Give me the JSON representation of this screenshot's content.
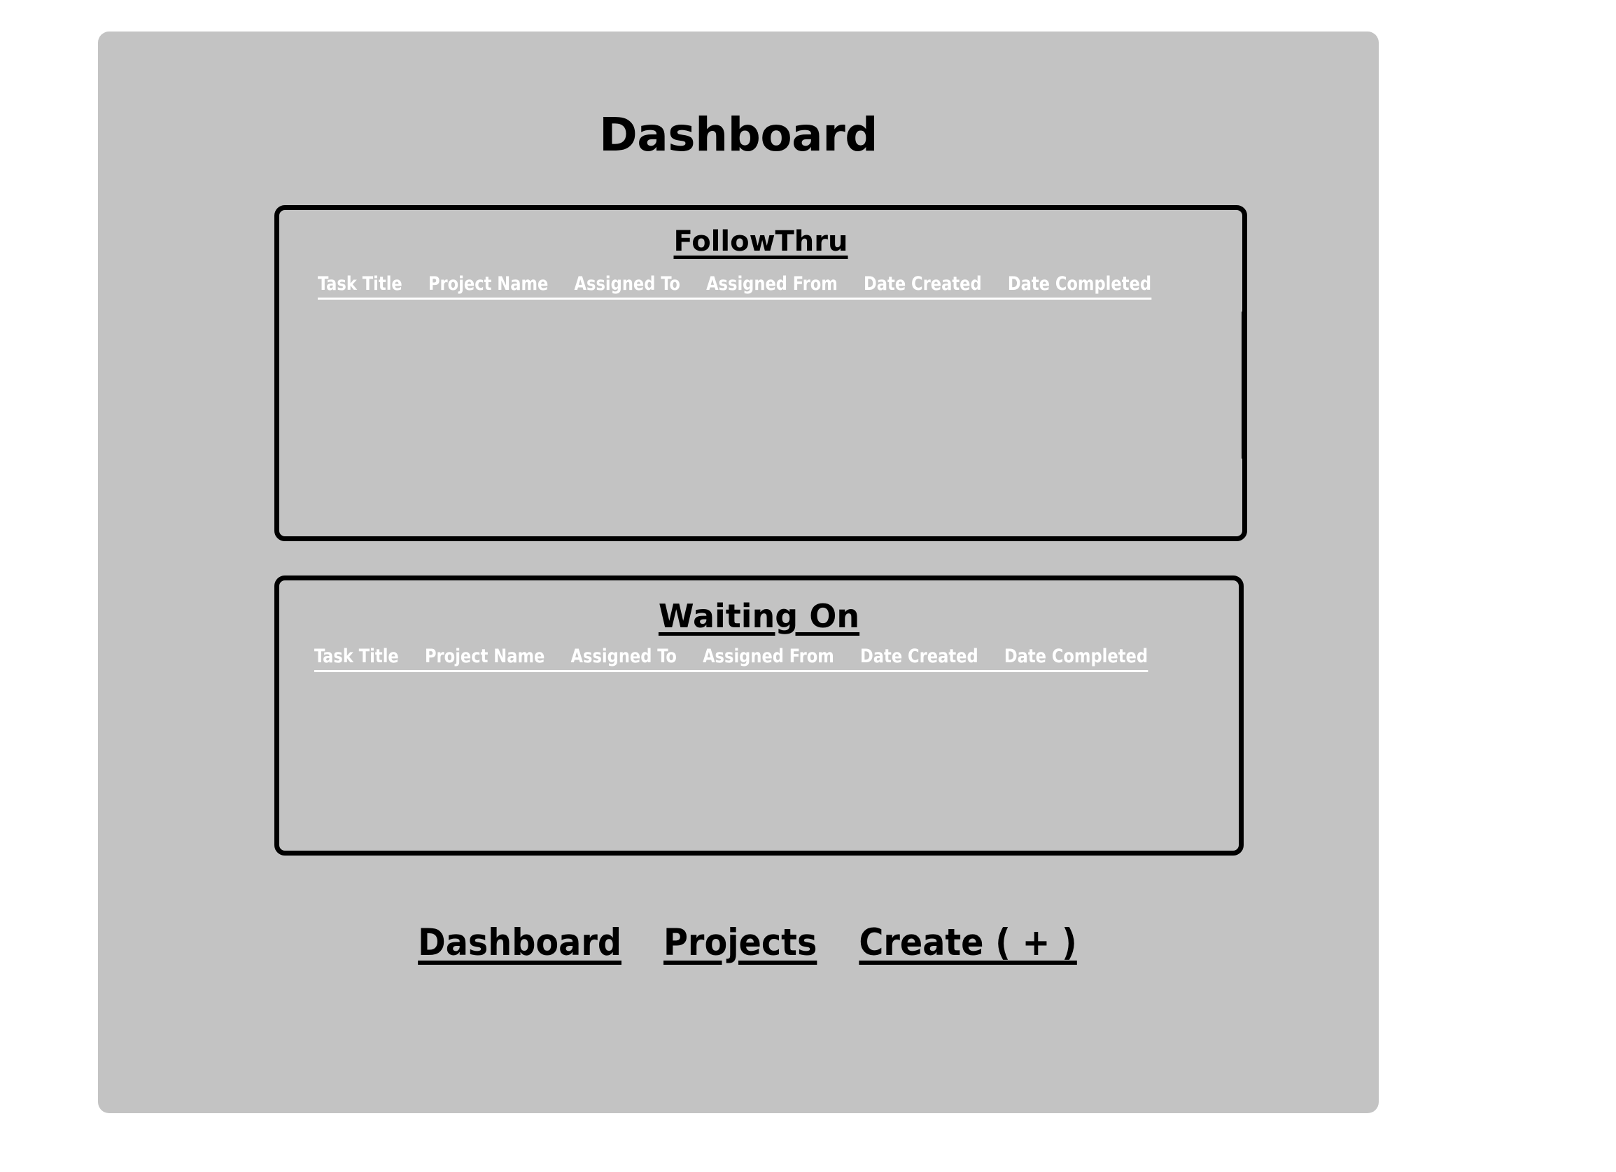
{
  "page": {
    "title": "Dashboard",
    "card_background": "#c3c3c3",
    "border_color": "#000000",
    "header_text_color": "#ffffff"
  },
  "sections": [
    {
      "id": "followthru",
      "title": "FollowThru",
      "columns": [
        "Task Title",
        "Project Name",
        "Assigned To",
        "Assigned From",
        "Date Created",
        "Date Completed"
      ],
      "rows": []
    },
    {
      "id": "waiting_on",
      "title": "Waiting On",
      "columns": [
        "Task Title",
        "Project Name",
        "Assigned To",
        "Assigned From",
        "Date Created",
        "Date Completed"
      ],
      "rows": []
    }
  ],
  "bottom_nav": {
    "items": [
      {
        "label": "Dashboard"
      },
      {
        "label": "Projects"
      },
      {
        "label": "Create ( + )"
      }
    ]
  }
}
